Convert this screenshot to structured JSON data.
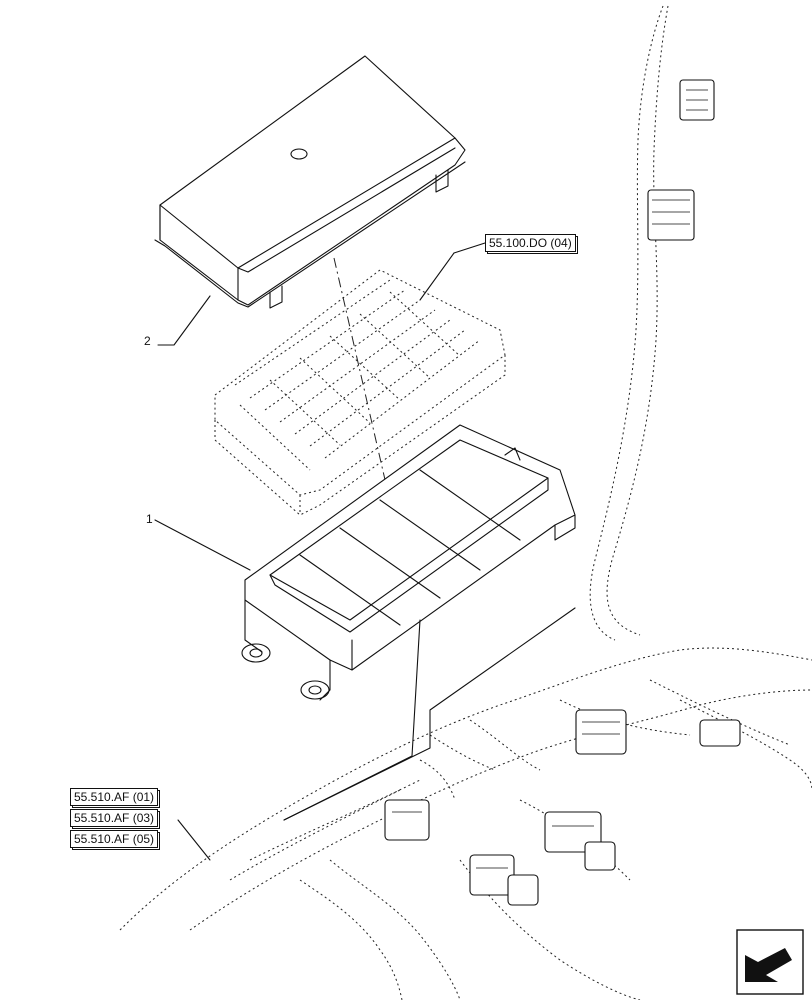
{
  "callouts": {
    "item1": "1",
    "item2": "2"
  },
  "references": {
    "fuse_relays": "55.100.DO (04)",
    "harness_1": "55.510.AF (01)",
    "harness_3": "55.510.AF (03)",
    "harness_5": "55.510.AF (05)"
  },
  "icons": {
    "nav": "next-page-arrow-icon"
  }
}
